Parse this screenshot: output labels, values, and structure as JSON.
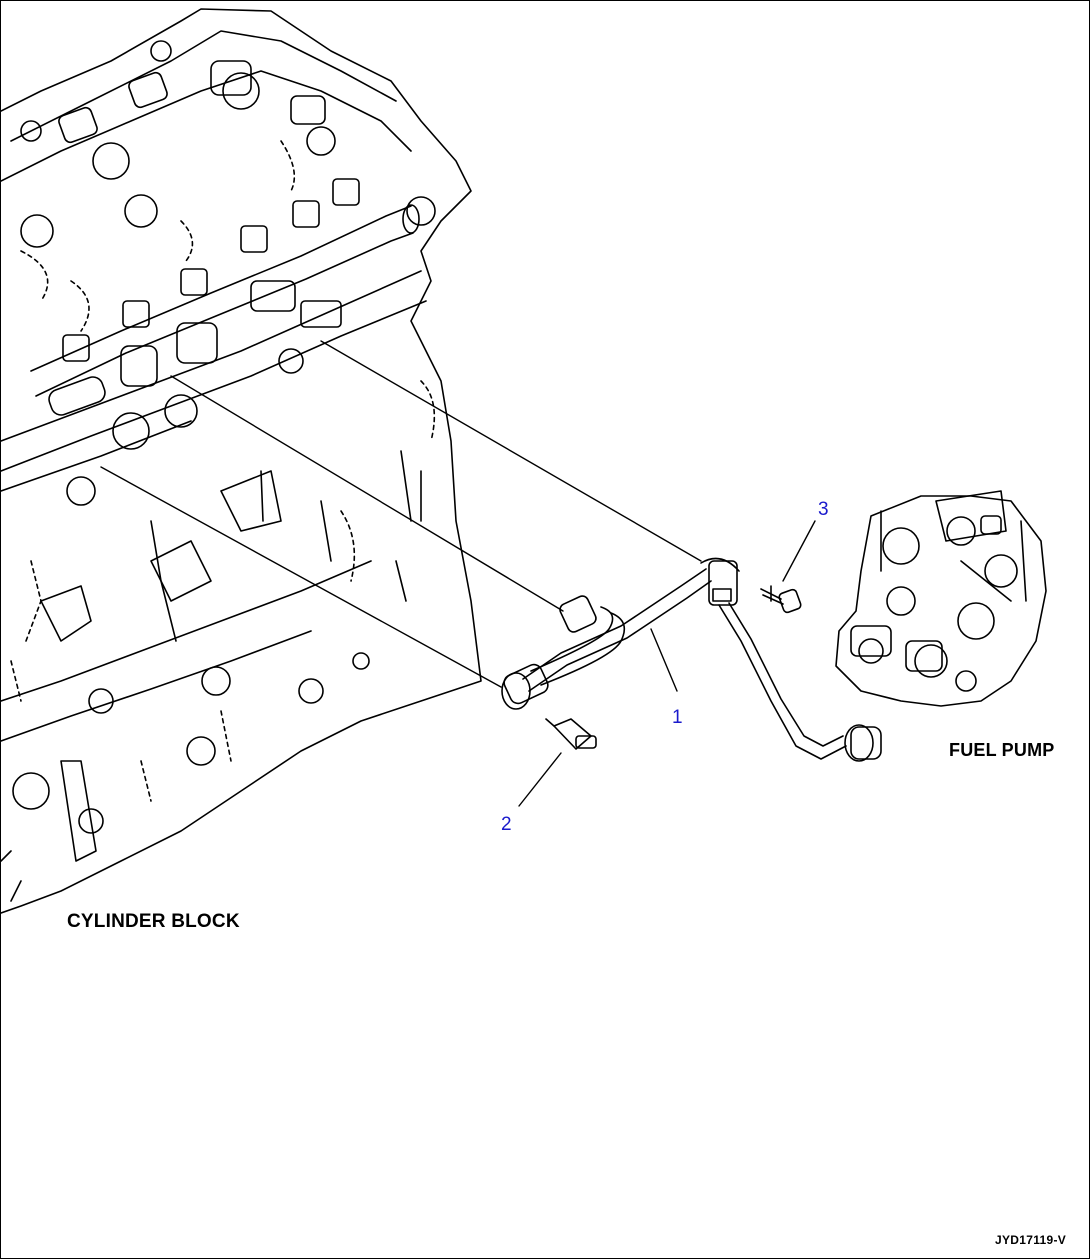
{
  "labels": {
    "cylinder_block": "CYLINDER BLOCK",
    "fuel_pump": "FUEL PUMP",
    "drawing_code": "JYD17119-V"
  },
  "callouts": [
    "1",
    "2",
    "3"
  ],
  "colors": {
    "line": "#000000",
    "callout": "#1a1acc",
    "background": "#ffffff"
  }
}
